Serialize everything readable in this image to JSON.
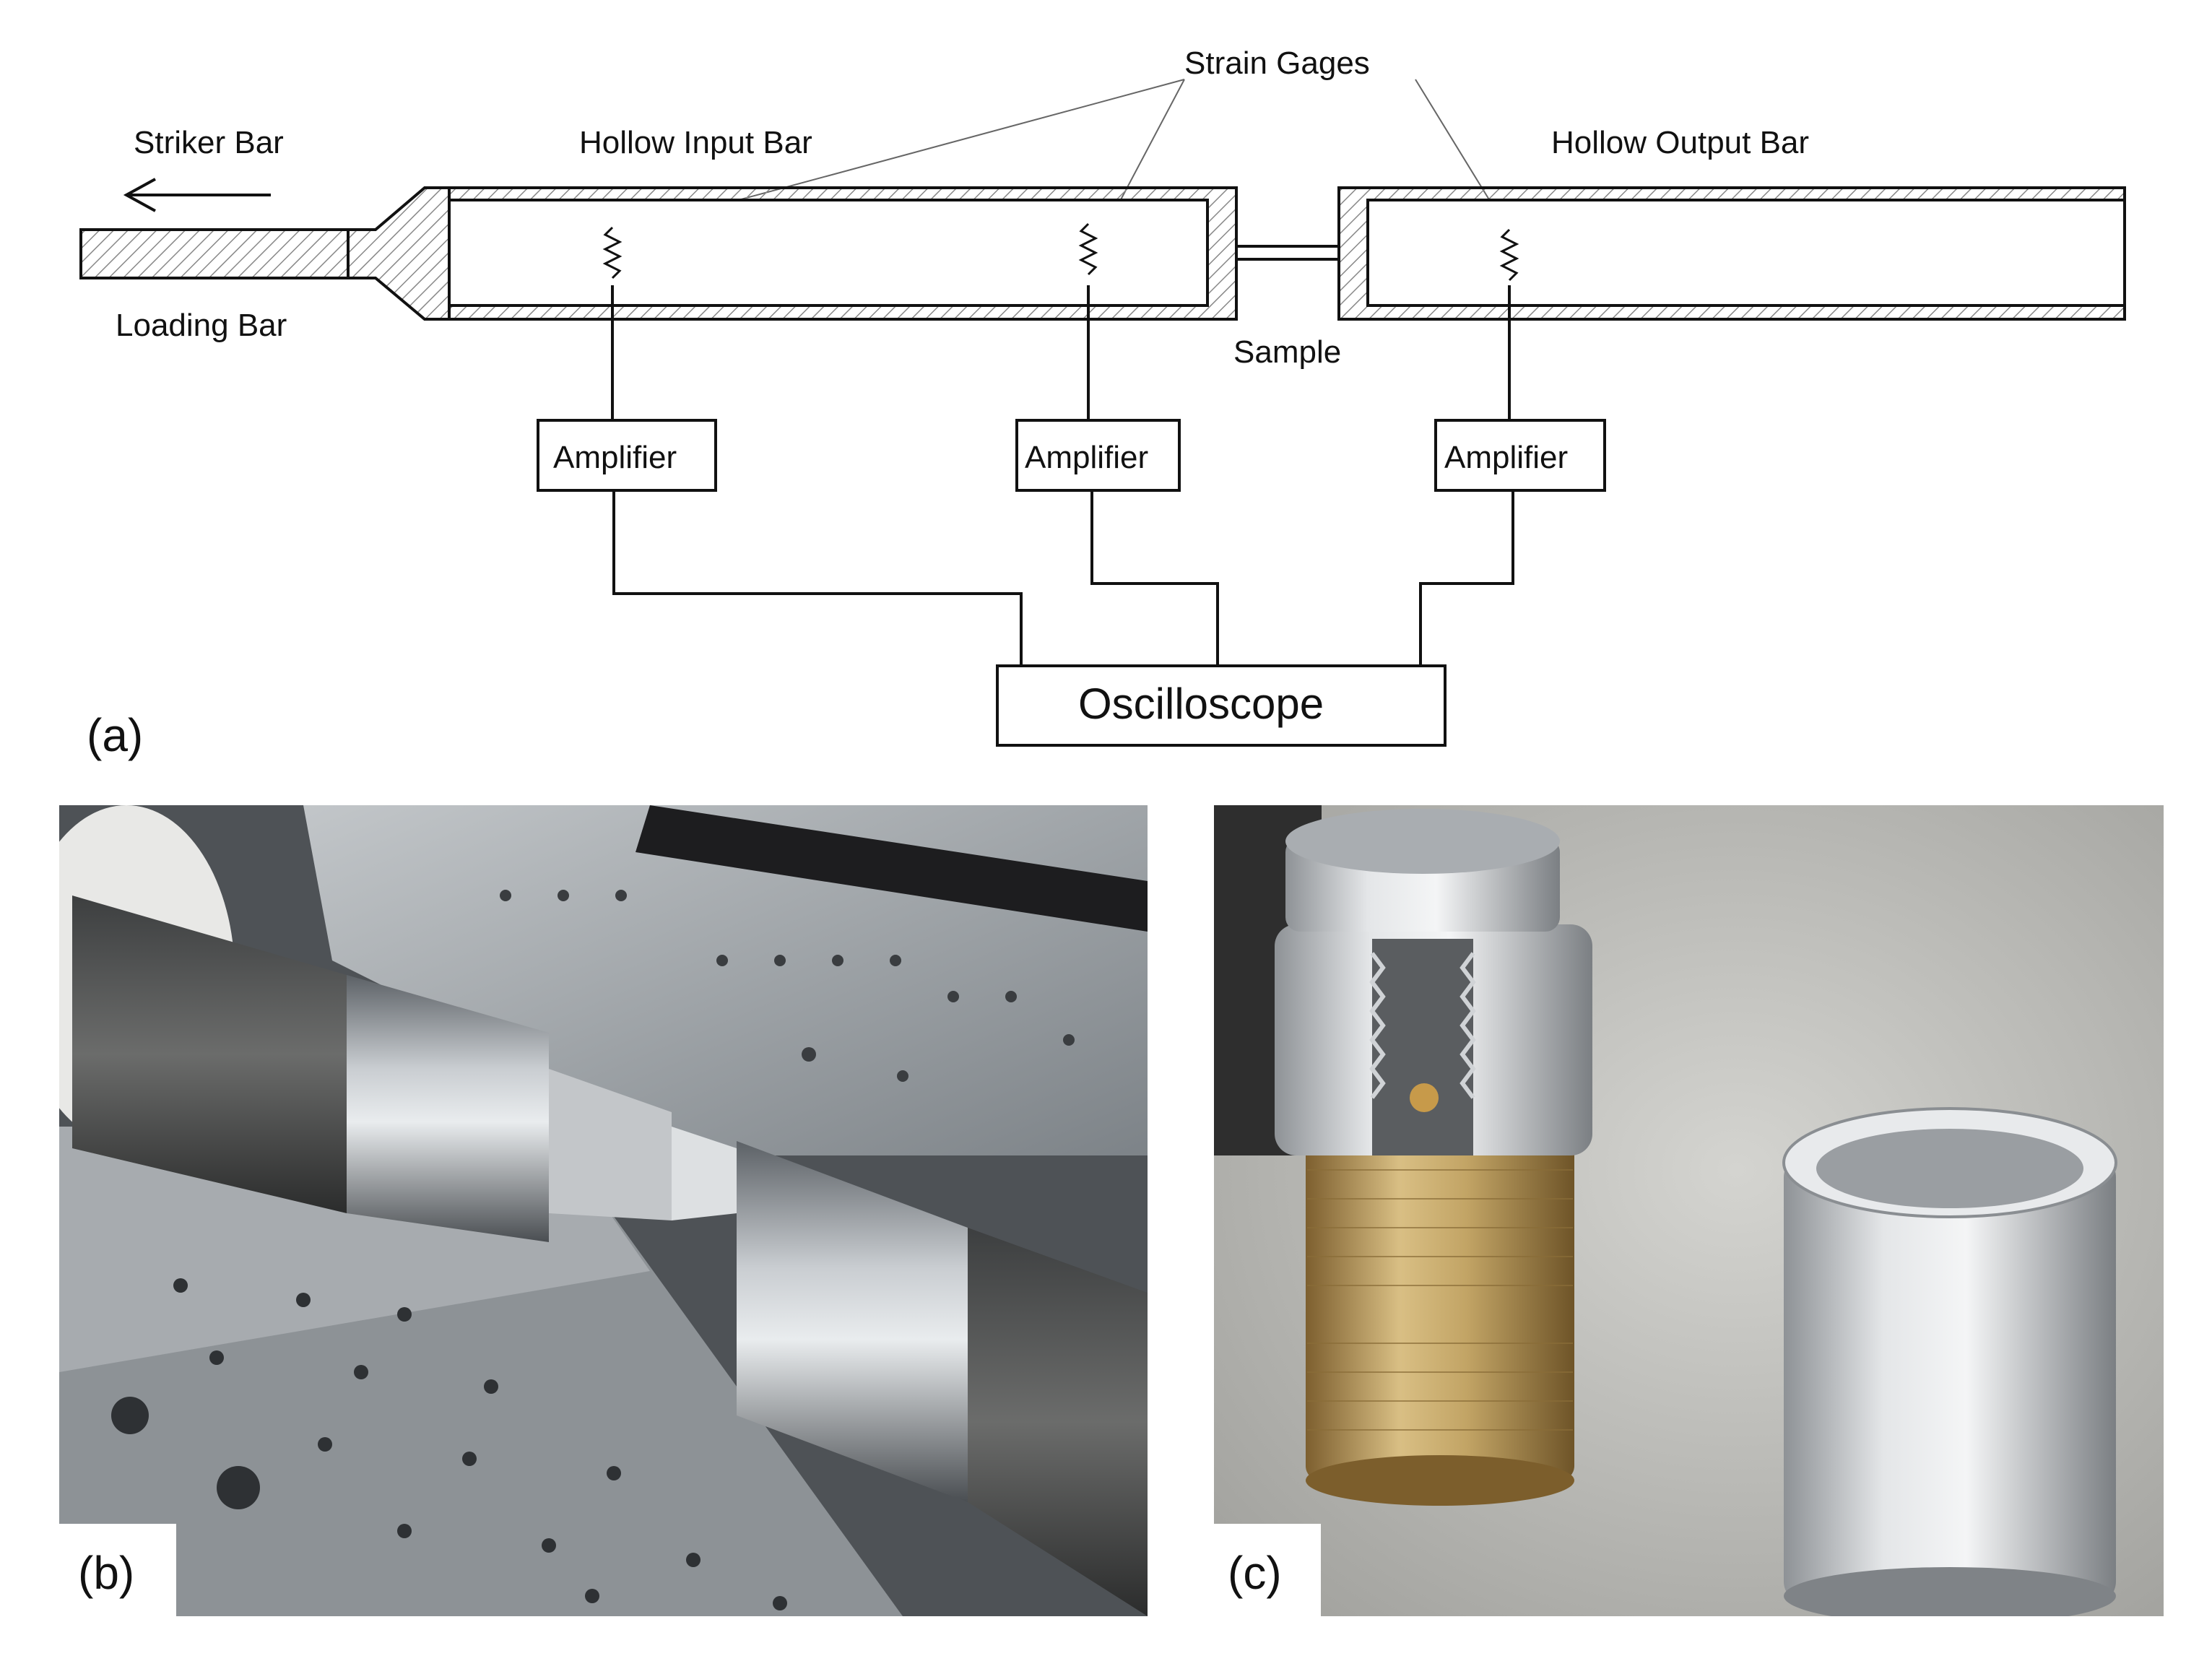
{
  "panel_a": {
    "label": "(a)",
    "strain_gages": "Strain Gages",
    "striker_bar": "Striker Bar",
    "loading_bar": "Loading Bar",
    "input_bar": "Hollow Input Bar",
    "output_bar": "Hollow Output Bar",
    "sample": "Sample",
    "amplifiers": [
      "Amplifier",
      "Amplifier",
      "Amplifier"
    ],
    "oscilloscope": "Oscilloscope"
  },
  "panel_b": {
    "label": "(b)"
  },
  "panel_c": {
    "label": "(c)"
  },
  "colors": {
    "line": "#111111",
    "hatch": "#888888",
    "steel": "#9aa0a6",
    "table": "#7d8388",
    "brass": "#b39152",
    "aluminum": "#c9ccd0",
    "background_c": "#b9b9b5"
  }
}
